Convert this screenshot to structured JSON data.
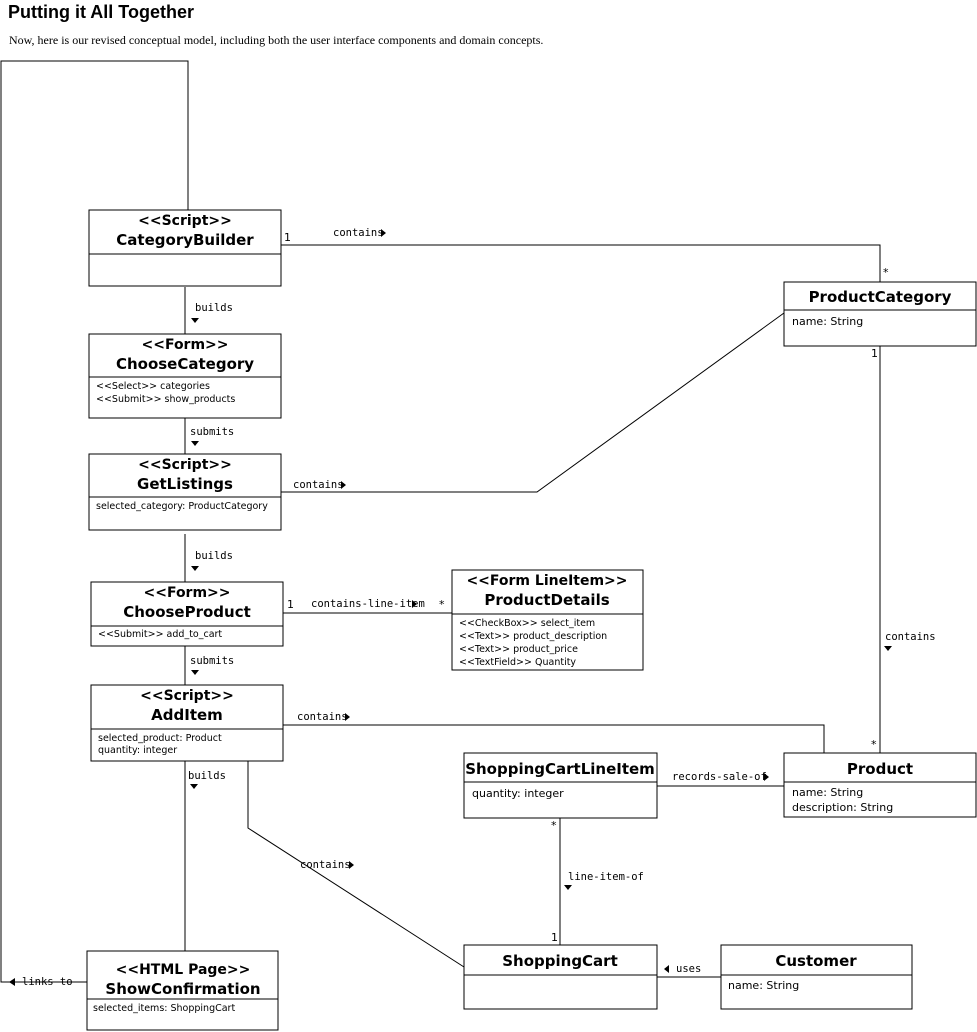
{
  "page": {
    "title": "Putting it All Together",
    "intro": "Now, here is our revised conceptual model, including both the user interface components and domain concepts."
  },
  "classes": {
    "category_builder": {
      "stereotype": "<<Script>>",
      "name": "CategoryBuilder",
      "attrs": []
    },
    "choose_category": {
      "stereotype": "<<Form>>",
      "name": "ChooseCategory",
      "attrs": [
        "<<Select>> categories",
        "<<Submit>> show_products"
      ]
    },
    "get_listings": {
      "stereotype": "<<Script>>",
      "name": "GetListings",
      "attrs": [
        "selected_category: ProductCategory"
      ]
    },
    "choose_product": {
      "stereotype": "<<Form>>",
      "name": "ChooseProduct",
      "attrs": [
        "<<Submit>> add_to_cart"
      ]
    },
    "add_item": {
      "stereotype": "<<Script>>",
      "name": "AddItem",
      "attrs": [
        "selected_product: Product",
        "quantity: integer"
      ]
    },
    "show_confirmation": {
      "stereotype": "<<HTML Page>>",
      "name": "ShowConfirmation",
      "attrs": [
        "selected_items: ShoppingCart"
      ]
    },
    "product_details": {
      "stereotype": "<<Form LineItem>>",
      "name": "ProductDetails",
      "attrs": [
        "<<CheckBox>> select_item",
        "<<Text>> product_description",
        "<<Text>> product_price",
        "<<TextField>> Quantity"
      ]
    },
    "product_category": {
      "name": "ProductCategory",
      "attrs": [
        "name: String"
      ]
    },
    "product": {
      "name": "Product",
      "attrs": [
        "name: String",
        "description: String"
      ]
    },
    "shopping_cart_line_item": {
      "name": "ShoppingCartLineItem",
      "attrs": [
        "quantity: integer"
      ]
    },
    "shopping_cart": {
      "name": "ShoppingCart",
      "attrs": []
    },
    "customer": {
      "name": "Customer",
      "attrs": [
        "name: String"
      ]
    }
  },
  "edges": {
    "cb_contains_pc": {
      "label": "contains",
      "mult_src": "1",
      "mult_dst": "*"
    },
    "cb_builds_cc": {
      "label": "builds"
    },
    "cc_submits_gl": {
      "label": "submits"
    },
    "gl_contains_pc": {
      "label": "contains"
    },
    "gl_builds_cp": {
      "label": "builds"
    },
    "cp_contains_line_item_pd": {
      "label": "contains-line-item",
      "mult_src": "1",
      "mult_dst": "*"
    },
    "cp_submits_ai": {
      "label": "submits"
    },
    "ai_contains_p": {
      "label": "contains"
    },
    "ai_builds_sc": {
      "label": "builds"
    },
    "ai_contains_cart": {
      "label": "contains"
    },
    "sc_links_to_cb": {
      "label": "links-to"
    },
    "pc_contains_p": {
      "label": "contains",
      "mult_src": "1",
      "mult_dst": "*"
    },
    "scli_records_sale_of_p": {
      "label": "records-sale-of"
    },
    "scli_line_item_of_cart": {
      "label": "line-item-of",
      "mult_src": "*",
      "mult_dst": "1"
    },
    "customer_uses_cart": {
      "label": "uses"
    }
  }
}
